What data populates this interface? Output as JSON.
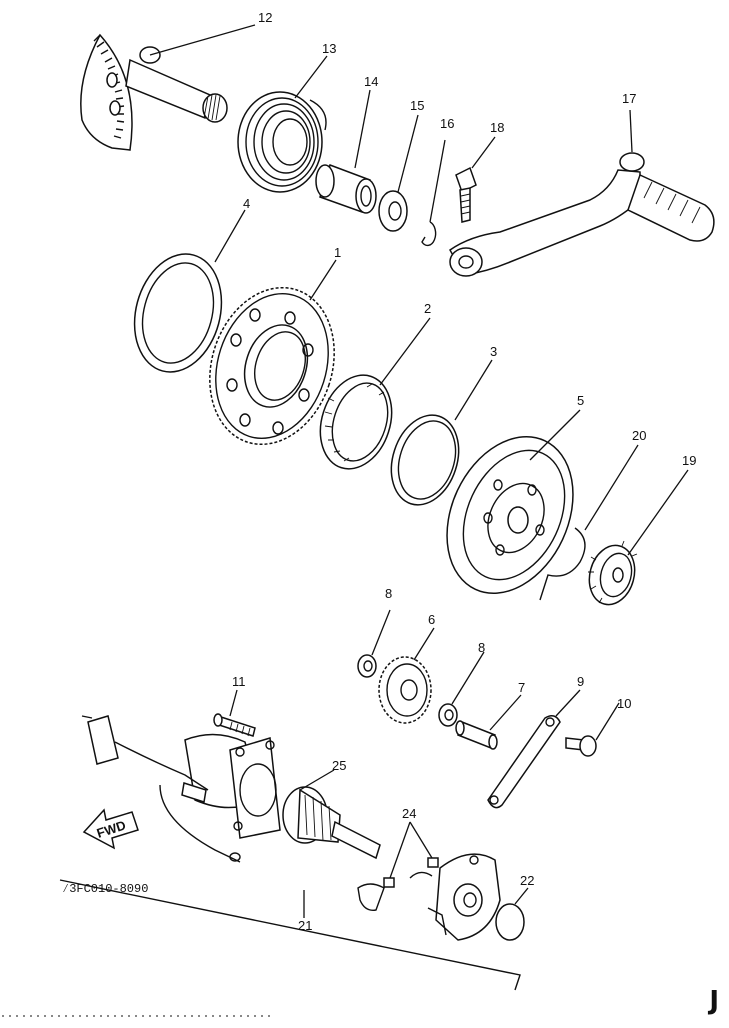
{
  "callouts": [
    "12",
    "13",
    "14",
    "15",
    "16",
    "18",
    "17",
    "4",
    "1",
    "2",
    "3",
    "5",
    "20",
    "19",
    "8",
    "6",
    "8",
    "7",
    "9",
    "10",
    "11",
    "25",
    "24",
    "22",
    "21"
  ],
  "fwd_label": "FWD",
  "diagram_code": "⁄3FC010-8090",
  "page_letter": "J"
}
